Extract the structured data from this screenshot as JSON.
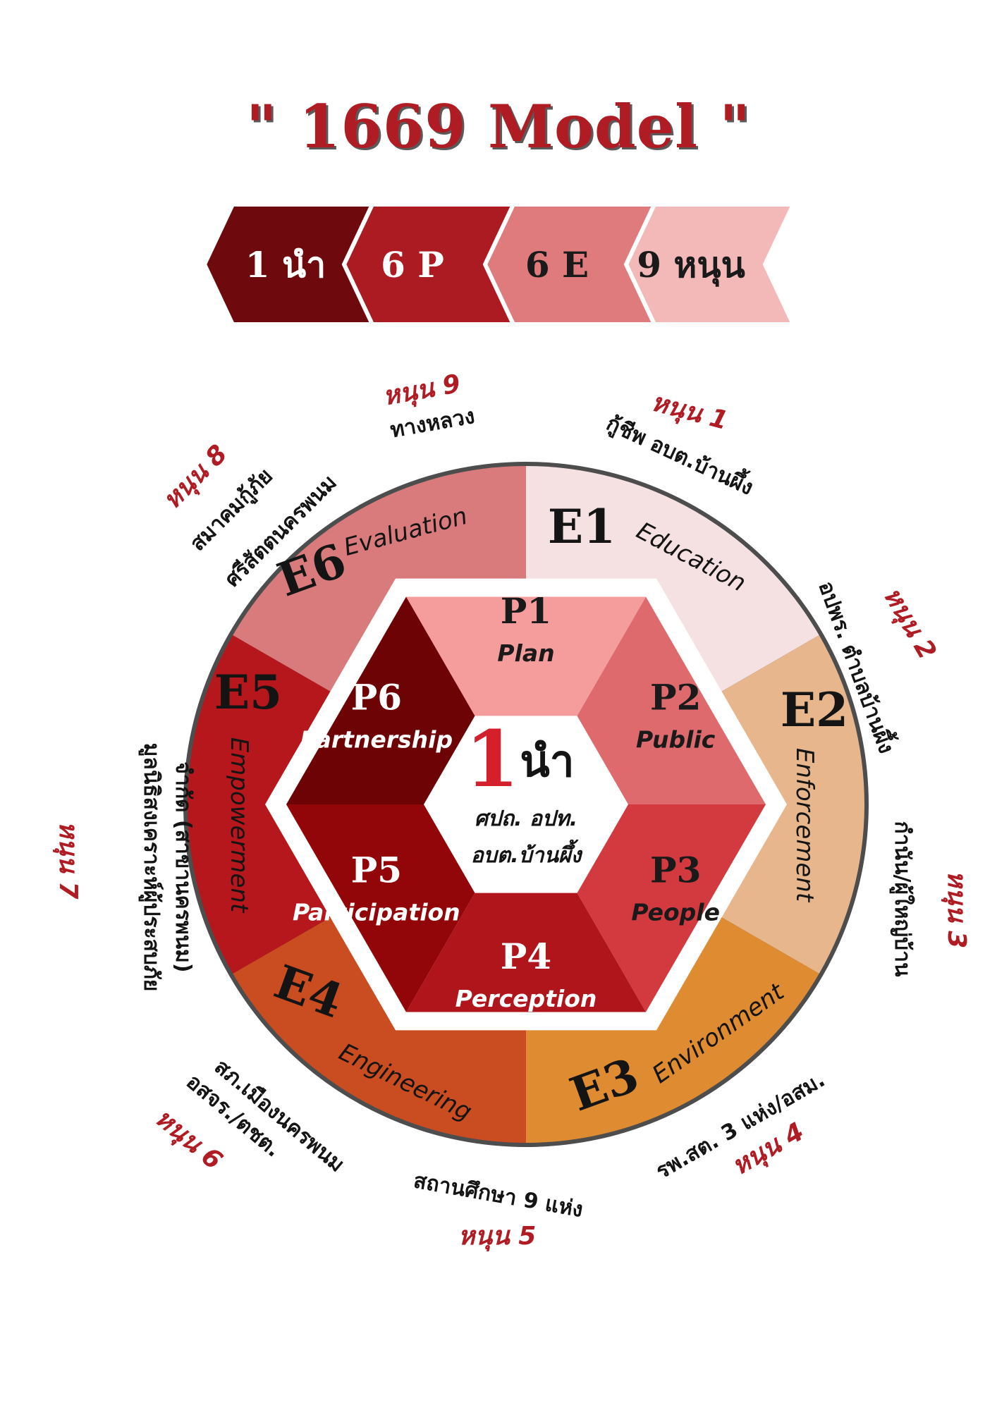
{
  "title": "\" 1669 Model \"",
  "banner": [
    {
      "label": "1 นำ",
      "color": "#6e0a0e",
      "text_color": "#ffffff"
    },
    {
      "label": "6 P",
      "color": "#ac1a22",
      "text_color": "#ffffff"
    },
    {
      "label": "6 E",
      "color": "#df7b7d",
      "text_color": "#1a1a1a"
    },
    {
      "label": "9 หนุน",
      "color": "#f3b8b8",
      "text_color": "#1a1a1a"
    }
  ],
  "center": {
    "big": "1",
    "lead": "นำ",
    "line1": "ศปถ. อปท.",
    "line2": "อบต.บ้านผึ้ง"
  },
  "p_items": [
    {
      "code": "P1",
      "name": "Plan",
      "color": "#f59c9c",
      "text_color": "#1a1a1a"
    },
    {
      "code": "P2",
      "name": "Public",
      "color": "#de6a6e",
      "text_color": "#1a1a1a"
    },
    {
      "code": "P3",
      "name": "People",
      "color": "#d33a40",
      "text_color": "#1a1a1a"
    },
    {
      "code": "P4",
      "name": "Perception",
      "color": "#b0151c",
      "text_color": "#ffffff"
    },
    {
      "code": "P5",
      "name": "Participation",
      "color": "#92060a",
      "text_color": "#ffffff"
    },
    {
      "code": "P6",
      "name": "Partnership",
      "color": "#6e0306",
      "text_color": "#ffffff"
    }
  ],
  "e_items": [
    {
      "code": "E1",
      "name": "Education",
      "color": "#f5e1e2"
    },
    {
      "code": "E2",
      "name": "Enforcement",
      "color": "#e8b68d"
    },
    {
      "code": "E3",
      "name": "Environment",
      "color": "#de8b32"
    },
    {
      "code": "E4",
      "name": "Engineering",
      "color": "#ca4d22"
    },
    {
      "code": "E5",
      "name": "Empowerment",
      "color": "#b5171c"
    },
    {
      "code": "E6",
      "name": "Evaluation",
      "color": "#d97b7c"
    }
  ],
  "supports": [
    {
      "label": "หนุน 1",
      "lines": [
        "กู้ชีพ อบต.บ้านผึ้ง"
      ]
    },
    {
      "label": "หนุน 2",
      "lines": [
        "อปพร. ตำบลบ้านผึ้ง"
      ]
    },
    {
      "label": "หนุน 3",
      "lines": [
        "กำนัน/ผู้ใหญ่บ้าน"
      ]
    },
    {
      "label": "หนุน 4",
      "lines": [
        "รพ.สต. 3 แห่ง/อสม."
      ]
    },
    {
      "label": "หนุน 5",
      "lines": [
        "สถานศึกษา 9 แห่ง"
      ]
    },
    {
      "label": "หนุน 6",
      "lines": [
        "สภ.เมืองนครพนม",
        "อสจร./ตชต."
      ]
    },
    {
      "label": "หนุน 7",
      "lines": [
        "มูลนิธิสงเคราะห์ผู้ประสบภัย",
        "จำกัด (สาขานครพนม)"
      ]
    },
    {
      "label": "หนุน 8",
      "lines": [
        "สมาคมกู้ภัย",
        "ศรีสัตตนครพนม"
      ]
    },
    {
      "label": "หนุน 9",
      "lines": [
        "ทางหลวง"
      ]
    }
  ],
  "colors": {
    "accent_red": "#b01c24",
    "ring_border": "#4d4d4d",
    "text_dark": "#141414"
  }
}
